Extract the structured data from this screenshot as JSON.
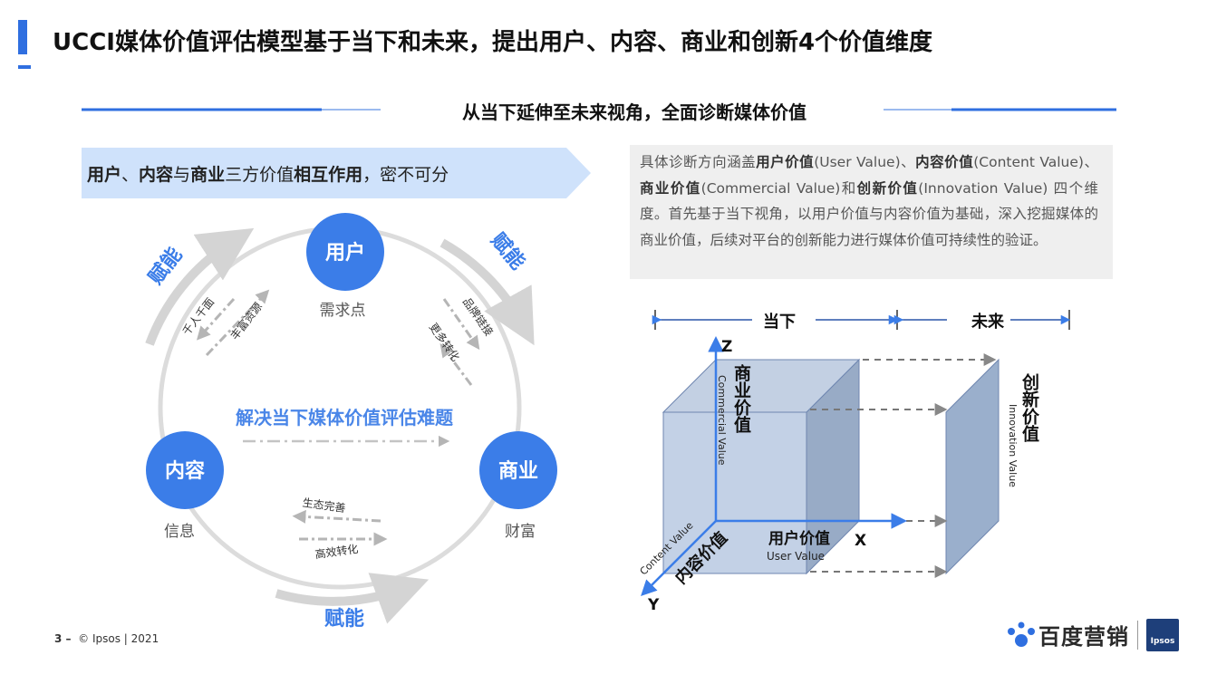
{
  "header": {
    "title": "UCCI媒体价值评估模型基于当下和未来，提出用户、内容、商业和创新4个价值维度",
    "subtitle": "从当下延伸至未来视角，全面诊断媒体价值"
  },
  "banner": {
    "part1": "用户",
    "part2": "、",
    "part3": "内容",
    "part4": "与",
    "part5": "商业",
    "part6": "三方价值",
    "part7": "相互作用",
    "part8": "，密不可分"
  },
  "cycle": {
    "center_text": "解决当下媒体价值评估难题",
    "nodes": [
      {
        "label": "用户",
        "sub": "需求点"
      },
      {
        "label": "内容",
        "sub": "信息"
      },
      {
        "label": "商业",
        "sub": "财富"
      }
    ],
    "empower": [
      "赋能",
      "赋能",
      "赋能"
    ],
    "flows": {
      "left_a": "千人千面",
      "left_b": "丰富资源",
      "right_a": "品牌链接",
      "right_b": "更多转化",
      "bottom_a": "生态完善",
      "bottom_b": "高效转化"
    }
  },
  "description": {
    "t1": "具体诊断方向涵盖",
    "b1": "用户价值",
    "t2": "(User Value)、",
    "b2": "内容价值",
    "t3": "(Content Value)、",
    "b3": "商业价值",
    "t4": "(Commercial Value)和",
    "b4": "创新价值",
    "t5": "(Innovation Value) 四个维度。首先基于当下视角，以用户价值与内容价值为基础，深入挖掘媒体的商业价值，后续对平台的创新能力进行媒体价值可持续性的验证。"
  },
  "cube": {
    "timeline_now": "当下",
    "timeline_future": "未来",
    "axis_z": "Z",
    "axis_x": "X",
    "axis_y": "Y",
    "commercial_cn": "商业价值",
    "commercial_en": "Commercial Value",
    "user_cn": "用户价值",
    "user_en": "User Value",
    "content_cn": "内容价值",
    "content_en": "Content Value",
    "innovation_cn": "创新价值",
    "innovation_en": "Innovation Value"
  },
  "footer": {
    "page": "3 –",
    "copyright": "© Ipsos | 2021",
    "brand": "百度营销",
    "ipsos": "Ipsos"
  },
  "colors": {
    "accent": "#2f6fe0",
    "node": "#3b7de8",
    "ring": "#d9d9d9",
    "banner": "#cfe2fb",
    "desc_bg": "#efefef"
  }
}
